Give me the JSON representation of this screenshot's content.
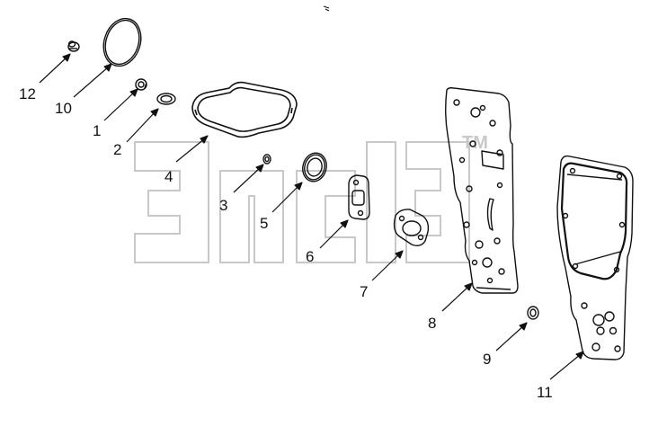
{
  "watermark": {
    "trademark": "TM"
  },
  "parts": [
    {
      "id": "part-1",
      "callout": "1"
    },
    {
      "id": "part-2",
      "callout": "2"
    },
    {
      "id": "part-3",
      "callout": "3"
    },
    {
      "id": "part-4",
      "callout": "4"
    },
    {
      "id": "part-5",
      "callout": "5"
    },
    {
      "id": "part-6",
      "callout": "6"
    },
    {
      "id": "part-7",
      "callout": "7"
    },
    {
      "id": "part-8",
      "callout": "8"
    },
    {
      "id": "part-9",
      "callout": "9"
    },
    {
      "id": "part-10",
      "callout": "10"
    },
    {
      "id": "part-11",
      "callout": "11"
    },
    {
      "id": "part-12",
      "callout": "12"
    }
  ],
  "colors": {
    "line": "#111111",
    "watermark": "#c8c8c8"
  }
}
